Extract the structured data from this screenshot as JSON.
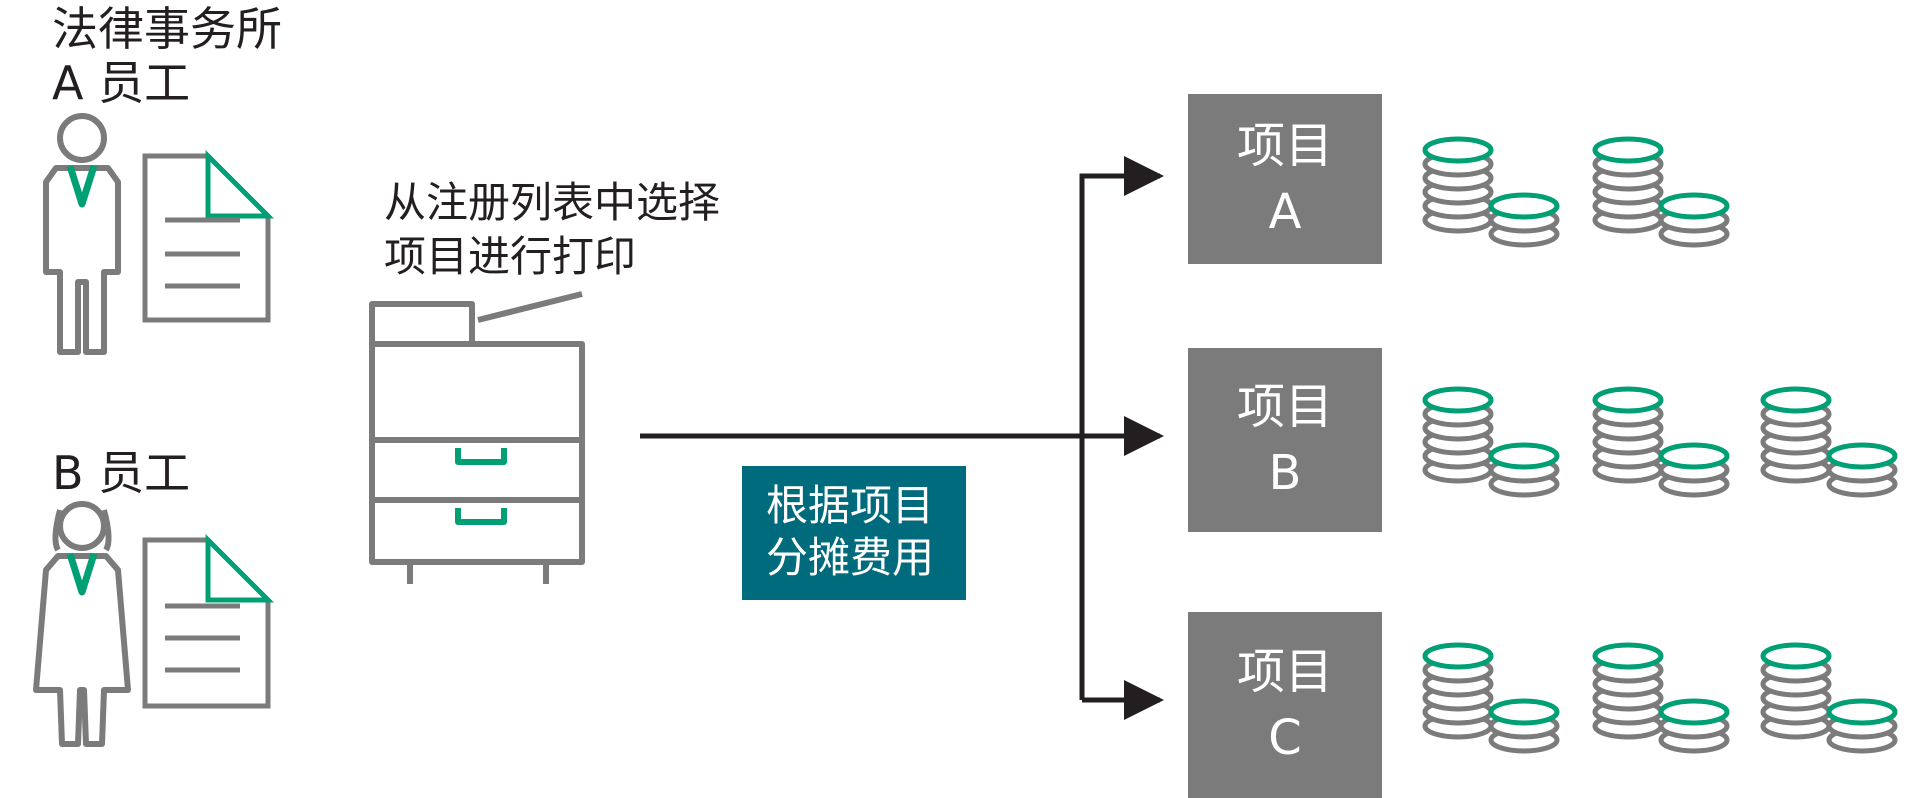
{
  "employees": [
    {
      "label_line1": "法律事务所",
      "label_line2": "A 员工",
      "gender": "male"
    },
    {
      "label_line1": "",
      "label_line2": "B 员工",
      "gender": "female"
    }
  ],
  "printer_note": {
    "line1": "从注册列表中选择",
    "line2": "项目进行打印"
  },
  "allocation": {
    "line1": "根据项目",
    "line2": "分摊费用",
    "color": "#006b7d"
  },
  "projects": [
    {
      "title": "项目",
      "letter": "A",
      "coin_stacks": 2
    },
    {
      "title": "项目",
      "letter": "B",
      "coin_stacks": 3
    },
    {
      "title": "项目",
      "letter": "C",
      "coin_stacks": 3
    }
  ],
  "colors": {
    "accent": "#00a074",
    "outline": "#7b7b7b",
    "box": "#7b7b7b",
    "line": "#231f20"
  },
  "icons": [
    "person-icon",
    "document-icon",
    "printer-icon",
    "coin-stack-icon",
    "arrow-icon"
  ]
}
